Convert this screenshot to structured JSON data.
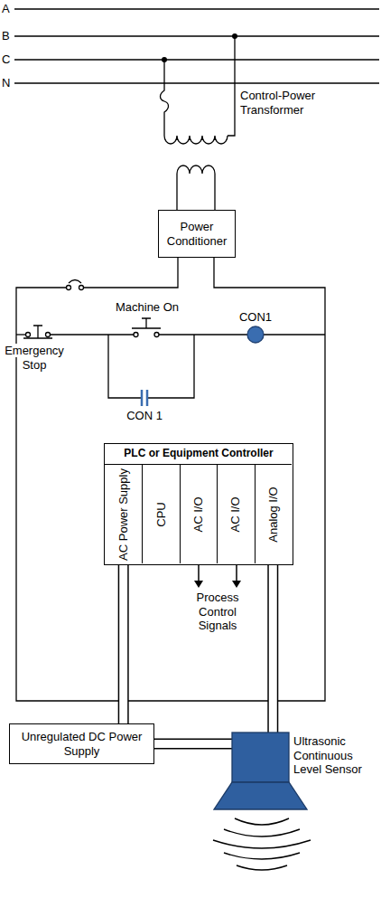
{
  "diagram": {
    "nodes": [
      {
        "text": [
          "Power Conditioner"
        ]
      },
      {
        "text": [
          "PLC or Equipment Controller"
        ]
      },
      {
        "text": [
          "AC Power Supply"
        ],
        "in": 1
      },
      {
        "text": [
          "CPU"
        ],
        "in": 1
      },
      {
        "text": [
          "AC I/O"
        ],
        "in": 1
      },
      {
        "text": [
          "AC I/O"
        ],
        "in": 1
      },
      {
        "text": [
          "Analog I/O"
        ],
        "in": 1
      },
      {
        "text": [
          "Unregulated DC Power Supply"
        ]
      },
      {
        "text": [
          "Ultrasonic Continuous Level Sensor"
        ]
      }
    ],
    "edges": [
      {
        "from": 2,
        "to": 7,
        "arrow": "none"
      },
      {
        "from": 6,
        "to": 8,
        "arrow": "none"
      },
      {
        "from": 7,
        "to": 8,
        "arrow": "none"
      }
    ],
    "labels": [
      "A",
      "B",
      "C",
      "N",
      "Control-Power Transformer",
      "Machine On",
      "CON1",
      "Emergency Stop",
      "CON 1",
      "Process Control Signals"
    ]
  }
}
